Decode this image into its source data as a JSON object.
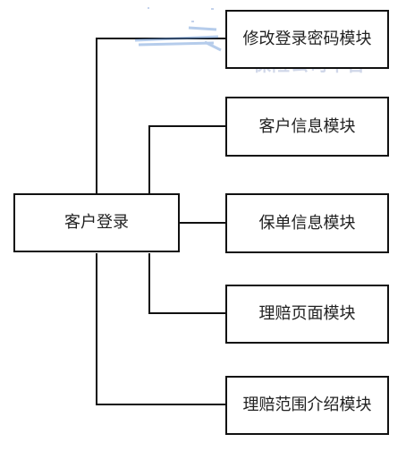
{
  "diagram": {
    "root": {
      "label": "客户登录"
    },
    "children": [
      {
        "label": "修改登录密码模块"
      },
      {
        "label": "客户信息模块"
      },
      {
        "label": "保单信息模块"
      },
      {
        "label": "理赔页面模块"
      },
      {
        "label": "理赔范围介绍模块"
      }
    ],
    "artifact_text": "保险公司平台"
  },
  "colors": {
    "stroke": "#111111",
    "background": "#ffffff",
    "artifact": "#aab7d8"
  }
}
